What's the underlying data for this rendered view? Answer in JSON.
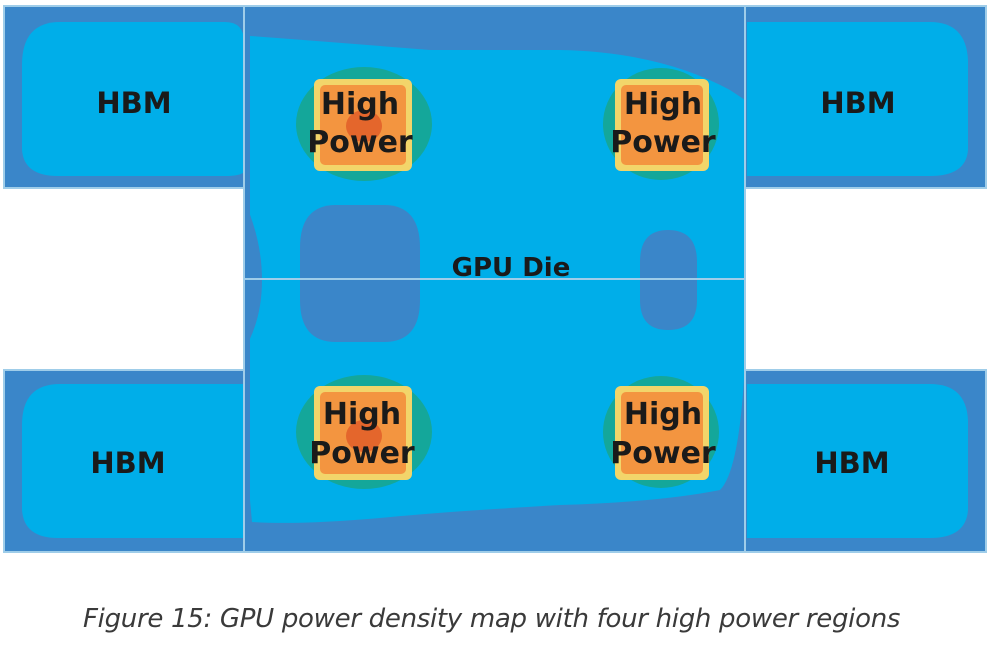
{
  "colors": {
    "background": "#ffffff",
    "low_density": "#3a86c9",
    "medium_density": "#00aee9",
    "mid_high_density": "#14a79a",
    "high_border": "#f2d56a",
    "high_density": "#f39540",
    "peak_density": "#e4662c",
    "separator": "#9fcde9"
  },
  "hbm_labels": [
    "HBM",
    "HBM",
    "HBM",
    "HBM"
  ],
  "high_power_regions": [
    {
      "line1": "High",
      "line2": "Power"
    },
    {
      "line1": "High",
      "line2": "Power"
    },
    {
      "line1": "High",
      "line2": "Power"
    },
    {
      "line1": "High",
      "line2": "Power"
    }
  ],
  "die_label": "GPU Die",
  "caption": "Figure 15: GPU power density map with four high power regions"
}
